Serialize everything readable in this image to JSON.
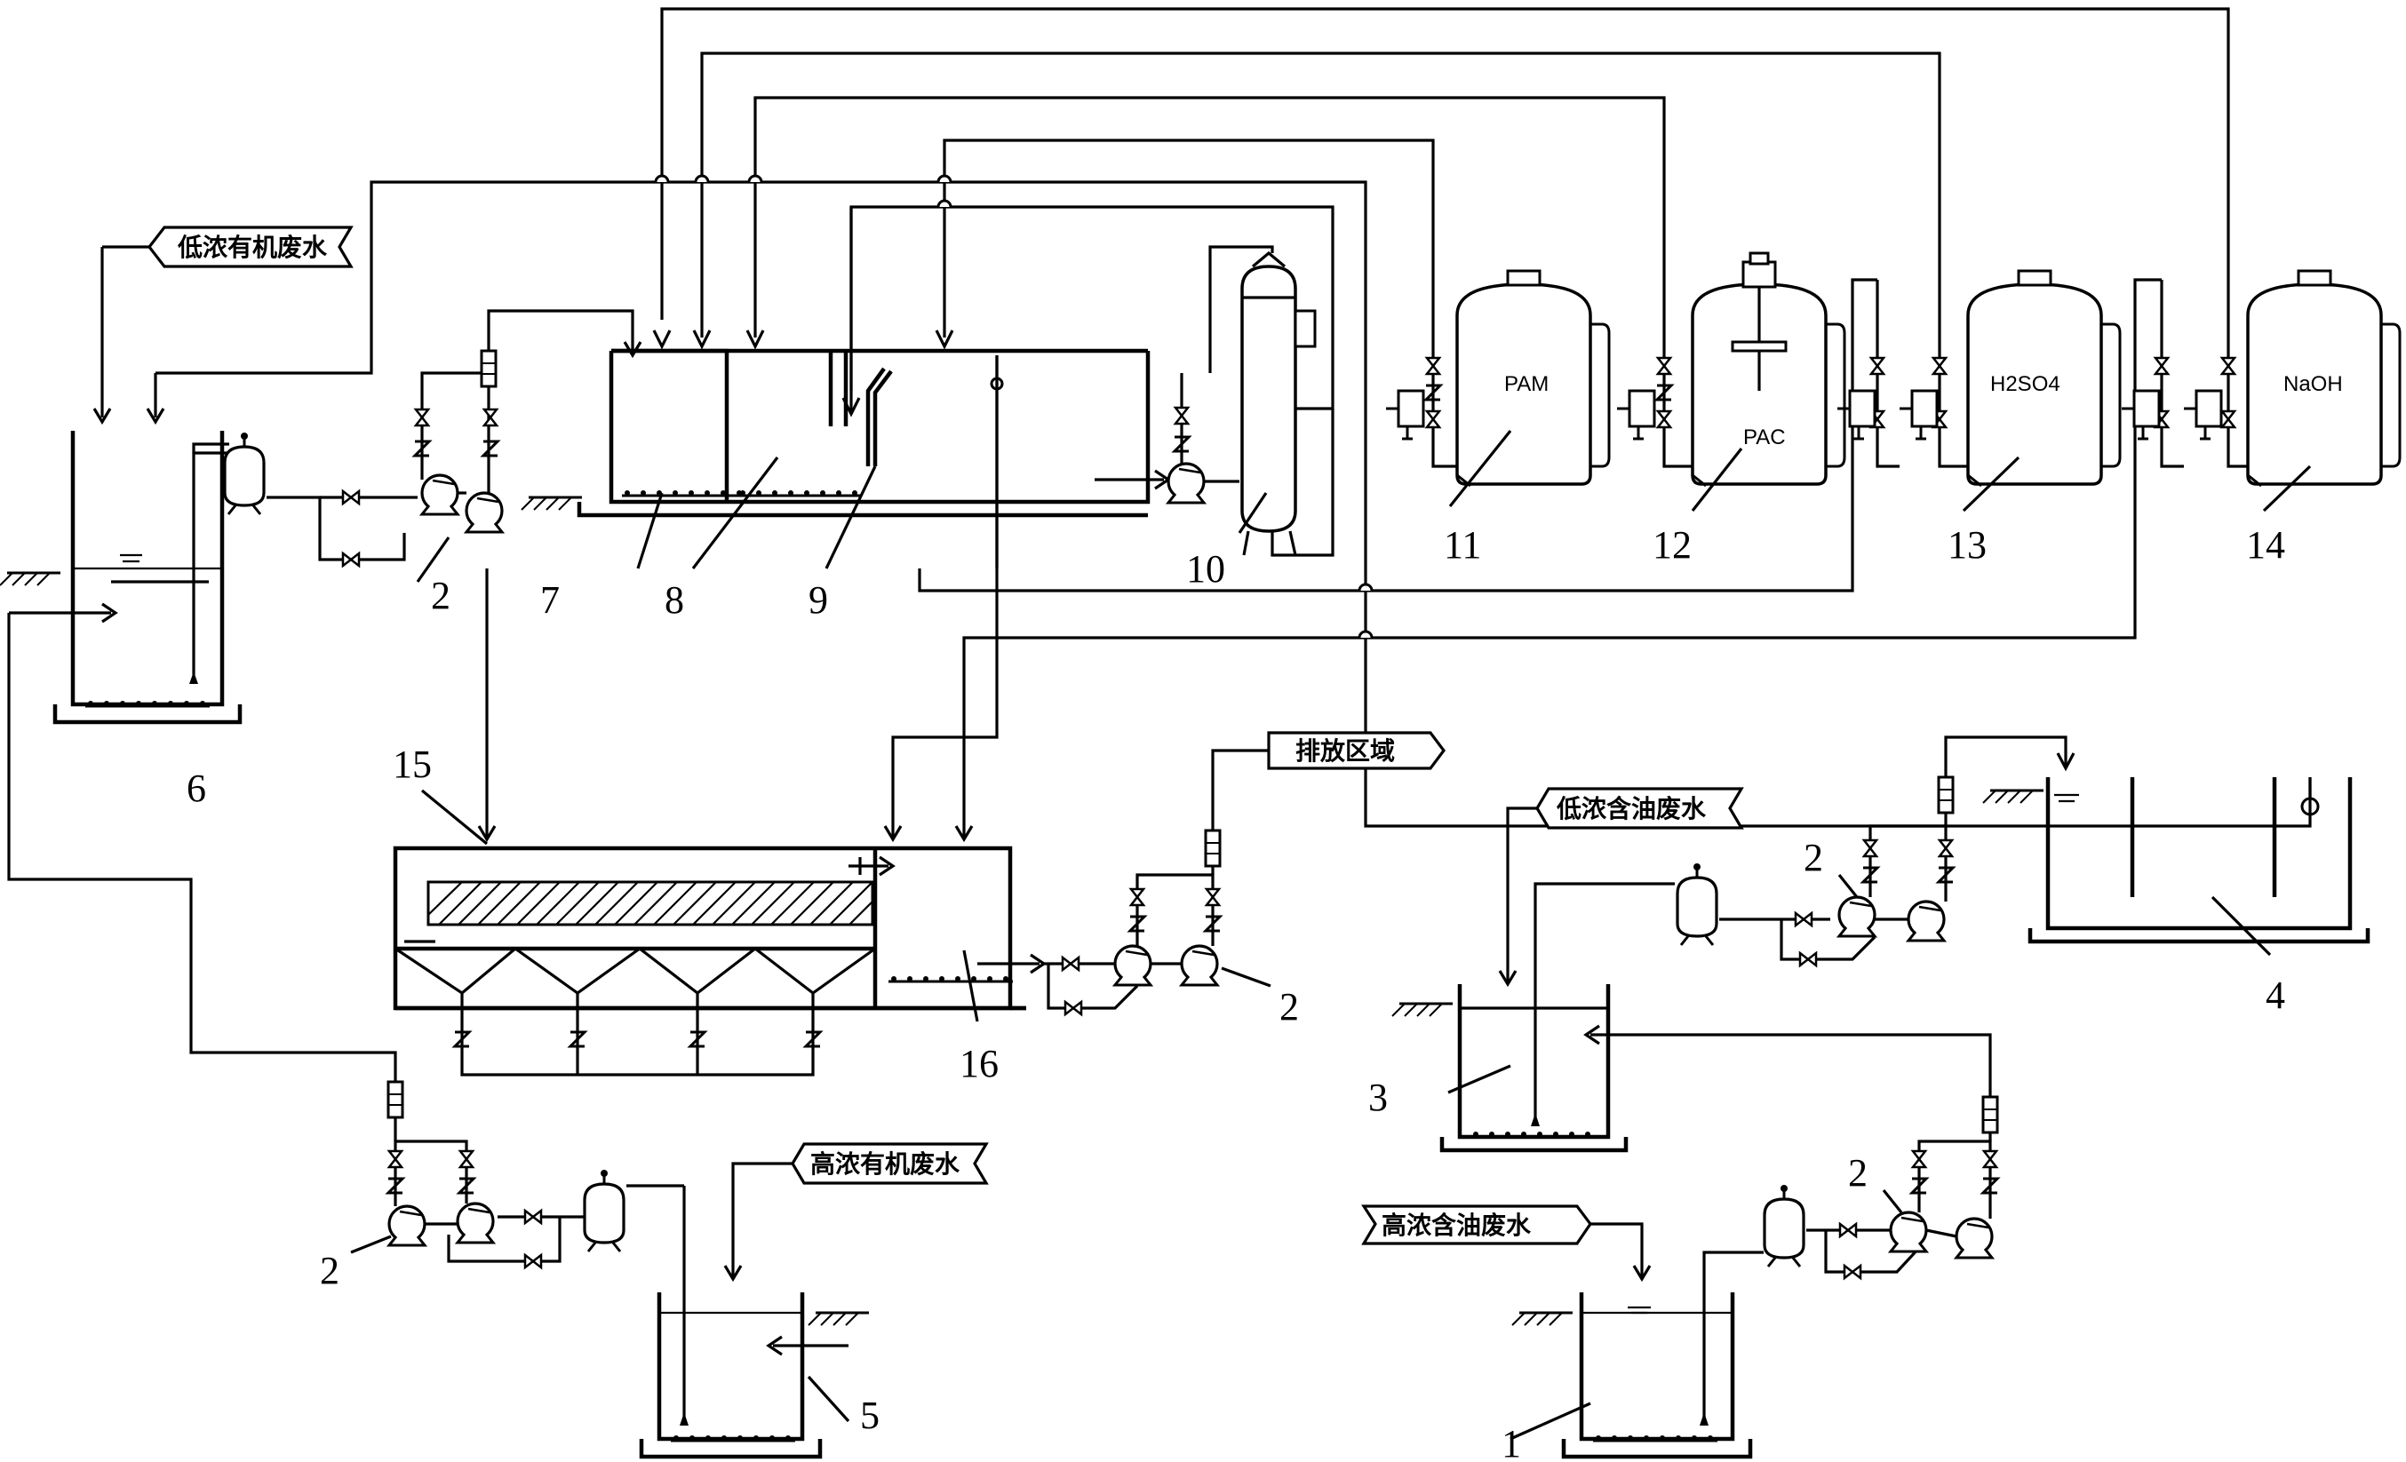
{
  "labels": {
    "n1": "1",
    "n2": "2",
    "n3": "3",
    "n4": "4",
    "n5": "5",
    "n6": "6",
    "n7": "7",
    "n8": "8",
    "n9": "9",
    "n10": "10",
    "n11": "11",
    "n12": "12",
    "n13": "13",
    "n14": "14",
    "n15": "15",
    "n16": "16"
  },
  "tanks": {
    "pam": "PAM",
    "pac": "PAC",
    "h2so4": "H2SO4",
    "naoh": "NaOH"
  },
  "tags": {
    "low_organic": "低浓有机废水",
    "high_organic": "高浓有机废水",
    "low_oily": "低浓含油废水",
    "high_oily": "高浓含油废水",
    "discharge": "排放区域"
  }
}
